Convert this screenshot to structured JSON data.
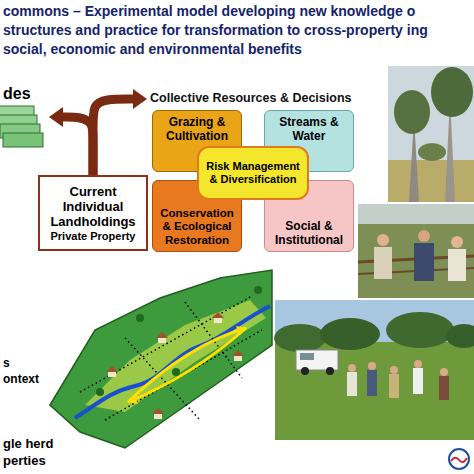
{
  "diagram": {
    "title": "commons – Experimental model developing new knowledge o structures and practice for transformation to cross-property ing social, economic and environmental benefits",
    "nodes": [
      {
        "text": [
          "des"
        ]
      },
      {
        "text": [
          "Collective Resources & Decisions"
        ]
      },
      {
        "text": [
          "Grazing & Cultivation"
        ],
        "in": 1
      },
      {
        "text": [
          "Streams & Water"
        ],
        "in": 1
      },
      {
        "text": [
          "Risk Management & Diversification"
        ],
        "in": 1
      },
      {
        "text": [
          "Conservation & Ecological Restoration"
        ],
        "in": 1
      },
      {
        "text": [
          "Social & Institutional"
        ],
        "in": 1
      },
      {
        "text": [
          "Current Individual Landholdings",
          "Private Property"
        ]
      }
    ],
    "edges": [
      {
        "from": 7,
        "to": 0,
        "arrow": "to"
      },
      {
        "from": 7,
        "to": 1,
        "arrow": "to"
      }
    ],
    "labels": [
      "s",
      "ontext",
      "gle herd",
      "perties"
    ]
  }
}
